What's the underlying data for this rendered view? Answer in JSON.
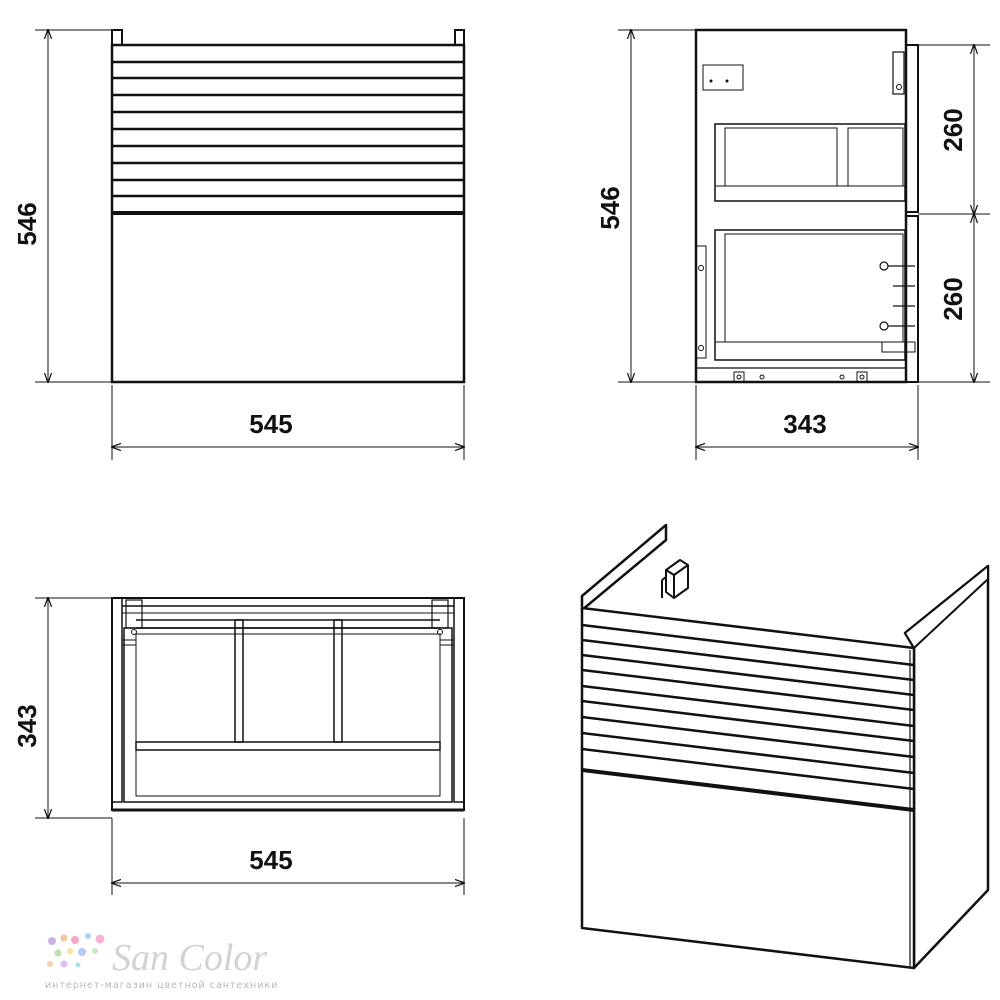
{
  "views": {
    "front": {
      "height_label": "546",
      "width_label": "545"
    },
    "side": {
      "height_label": "546",
      "depth_label": "343",
      "upper_drawer_label": "260",
      "lower_drawer_label": "260"
    },
    "top": {
      "depth_label": "343",
      "width_label": "545"
    },
    "isometric": {}
  },
  "logo": {
    "name": "San Color",
    "tagline": "интернет-магазин цветной сантехники"
  },
  "colors": {
    "line": "#111111",
    "logo_text": "#d2d2d2",
    "tagline": "#b8b8b8"
  }
}
